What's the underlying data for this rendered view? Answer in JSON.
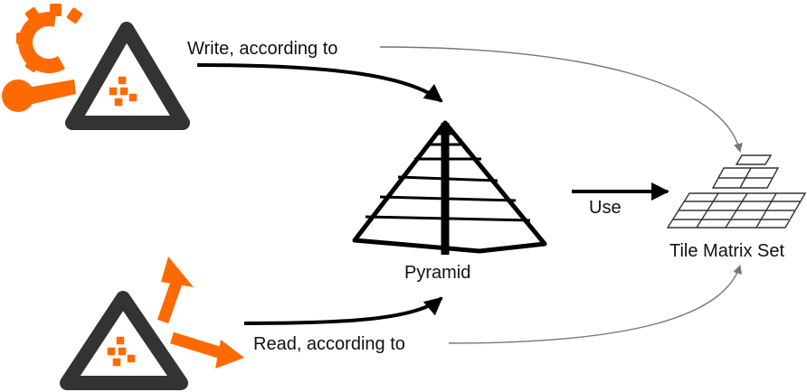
{
  "labels": {
    "write": "Write, according to",
    "read": "Read, according to",
    "pyramid": "Pyramid",
    "use": "Use",
    "tms": "Tile Matrix Set"
  },
  "colors": {
    "orange": "#ff6a00",
    "dark": "#333333",
    "black": "#000000",
    "gray": "#777777",
    "text": "#111111"
  },
  "icons": {
    "writer": "writer-tile-icon-with-gear-and-wrench",
    "reader": "reader-tile-icon-with-arrows",
    "pyramid": "pyramid-icon",
    "tms": "tile-matrix-set-grid-icon"
  }
}
